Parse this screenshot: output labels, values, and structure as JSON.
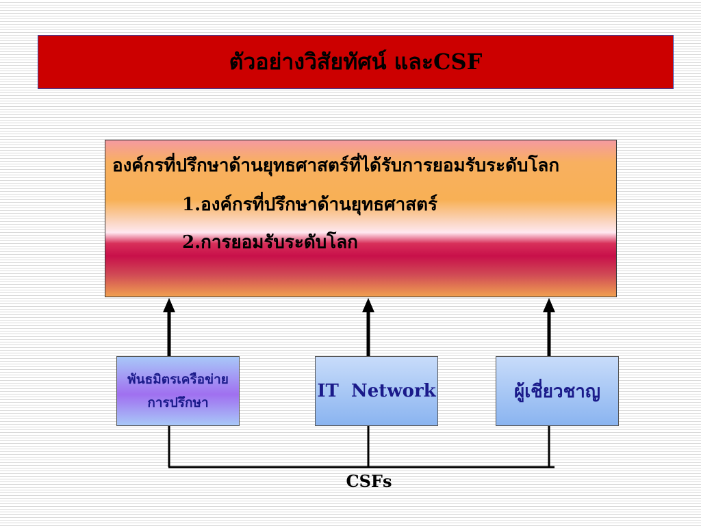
{
  "title": "ตัวอย่างวิสัยทัศน์ และCSF",
  "vision": {
    "main": "องค์กรที่ปรึกษาด้านยุทธศาสตร์ที่ได้รับการยอมรับระดับโลก",
    "item_1": "1.องค์กรที่ปรึกษาด้านยุทธศาสตร์",
    "item_2": "2.การยอมรับระดับโลก"
  },
  "csf_boxes": [
    {
      "line_1": "พันธมิตรเครือข่าย",
      "line_2": "การปรึกษา"
    },
    {
      "line_1": "IT  Network"
    },
    {
      "line_1": "ผู้เชี่ยวชาญ"
    }
  ],
  "bottom_label": "CSFs",
  "colors": {
    "title_bg": "#cc0000",
    "box_text": "#1a1a8a",
    "arrow": "#000000"
  }
}
